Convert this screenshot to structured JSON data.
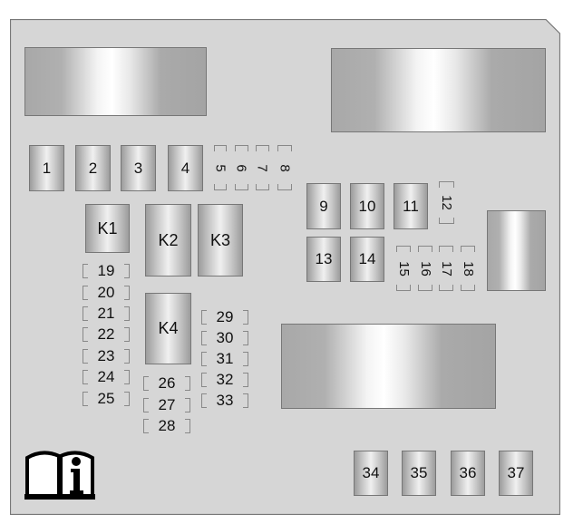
{
  "title": "Fuse block diagram",
  "colors": {
    "panel": "#d6d6d6",
    "border": "#777777"
  },
  "fuses_top": [
    "1",
    "2",
    "3",
    "4"
  ],
  "mini_top": [
    "5",
    "6",
    "7",
    "8"
  ],
  "relays": [
    "K1",
    "K2",
    "K3",
    "K4"
  ],
  "fuses_mid": [
    "9",
    "10",
    "11",
    "13",
    "14"
  ],
  "mini_mid": [
    "12",
    "15",
    "16",
    "17",
    "18"
  ],
  "slots_left": [
    "19",
    "20",
    "21",
    "22",
    "23",
    "24",
    "25"
  ],
  "slots_center": [
    "26",
    "27",
    "28"
  ],
  "slots_right": [
    "29",
    "30",
    "31",
    "32",
    "33"
  ],
  "fuses_bottom": [
    "34",
    "35",
    "36",
    "37"
  ],
  "icons": {
    "manual": "owner-manual-info-icon"
  }
}
